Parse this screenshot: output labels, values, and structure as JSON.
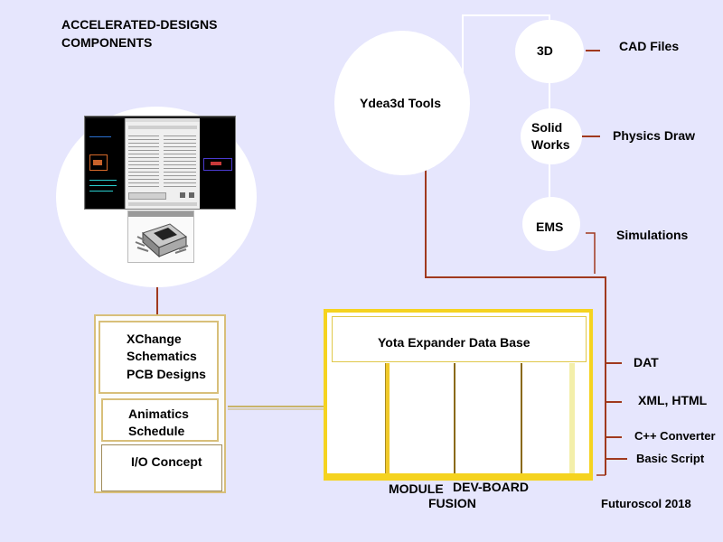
{
  "title": {
    "line1": "ACCELERATED-DESIGNS",
    "line2": "COMPONENTS"
  },
  "tools": {
    "hub": "Ydea3d Tools",
    "node_3d": "3D",
    "node_solidworks_line1": "Solid",
    "node_solidworks_line2": "Works",
    "node_ems": "EMS"
  },
  "outputs": {
    "cad_files": "CAD Files",
    "physics_draw": "Physics Draw",
    "simulations": "Simulations"
  },
  "formats": [
    "DAT",
    "XML, HTML",
    "C++ Converter",
    "Basic Script"
  ],
  "left_stack": {
    "box1_line1": "XChange",
    "box1_line2": "Schematics",
    "box1_line3": "PCB Designs",
    "box2_line1": "Animatics",
    "box2_line2": "Schedule",
    "box3": "I/O Concept"
  },
  "database": {
    "title": "Yota Expander Data Base",
    "col_module": "MODULE",
    "col_devboard": "DEV-BOARD",
    "col_fusion": "FUSION"
  },
  "footer": "Futuroscol 2018",
  "colors": {
    "background": "#e6e6fd",
    "connector": "#a0391e",
    "db_border": "#f5d31f",
    "box_border": "#d8bf7a"
  }
}
